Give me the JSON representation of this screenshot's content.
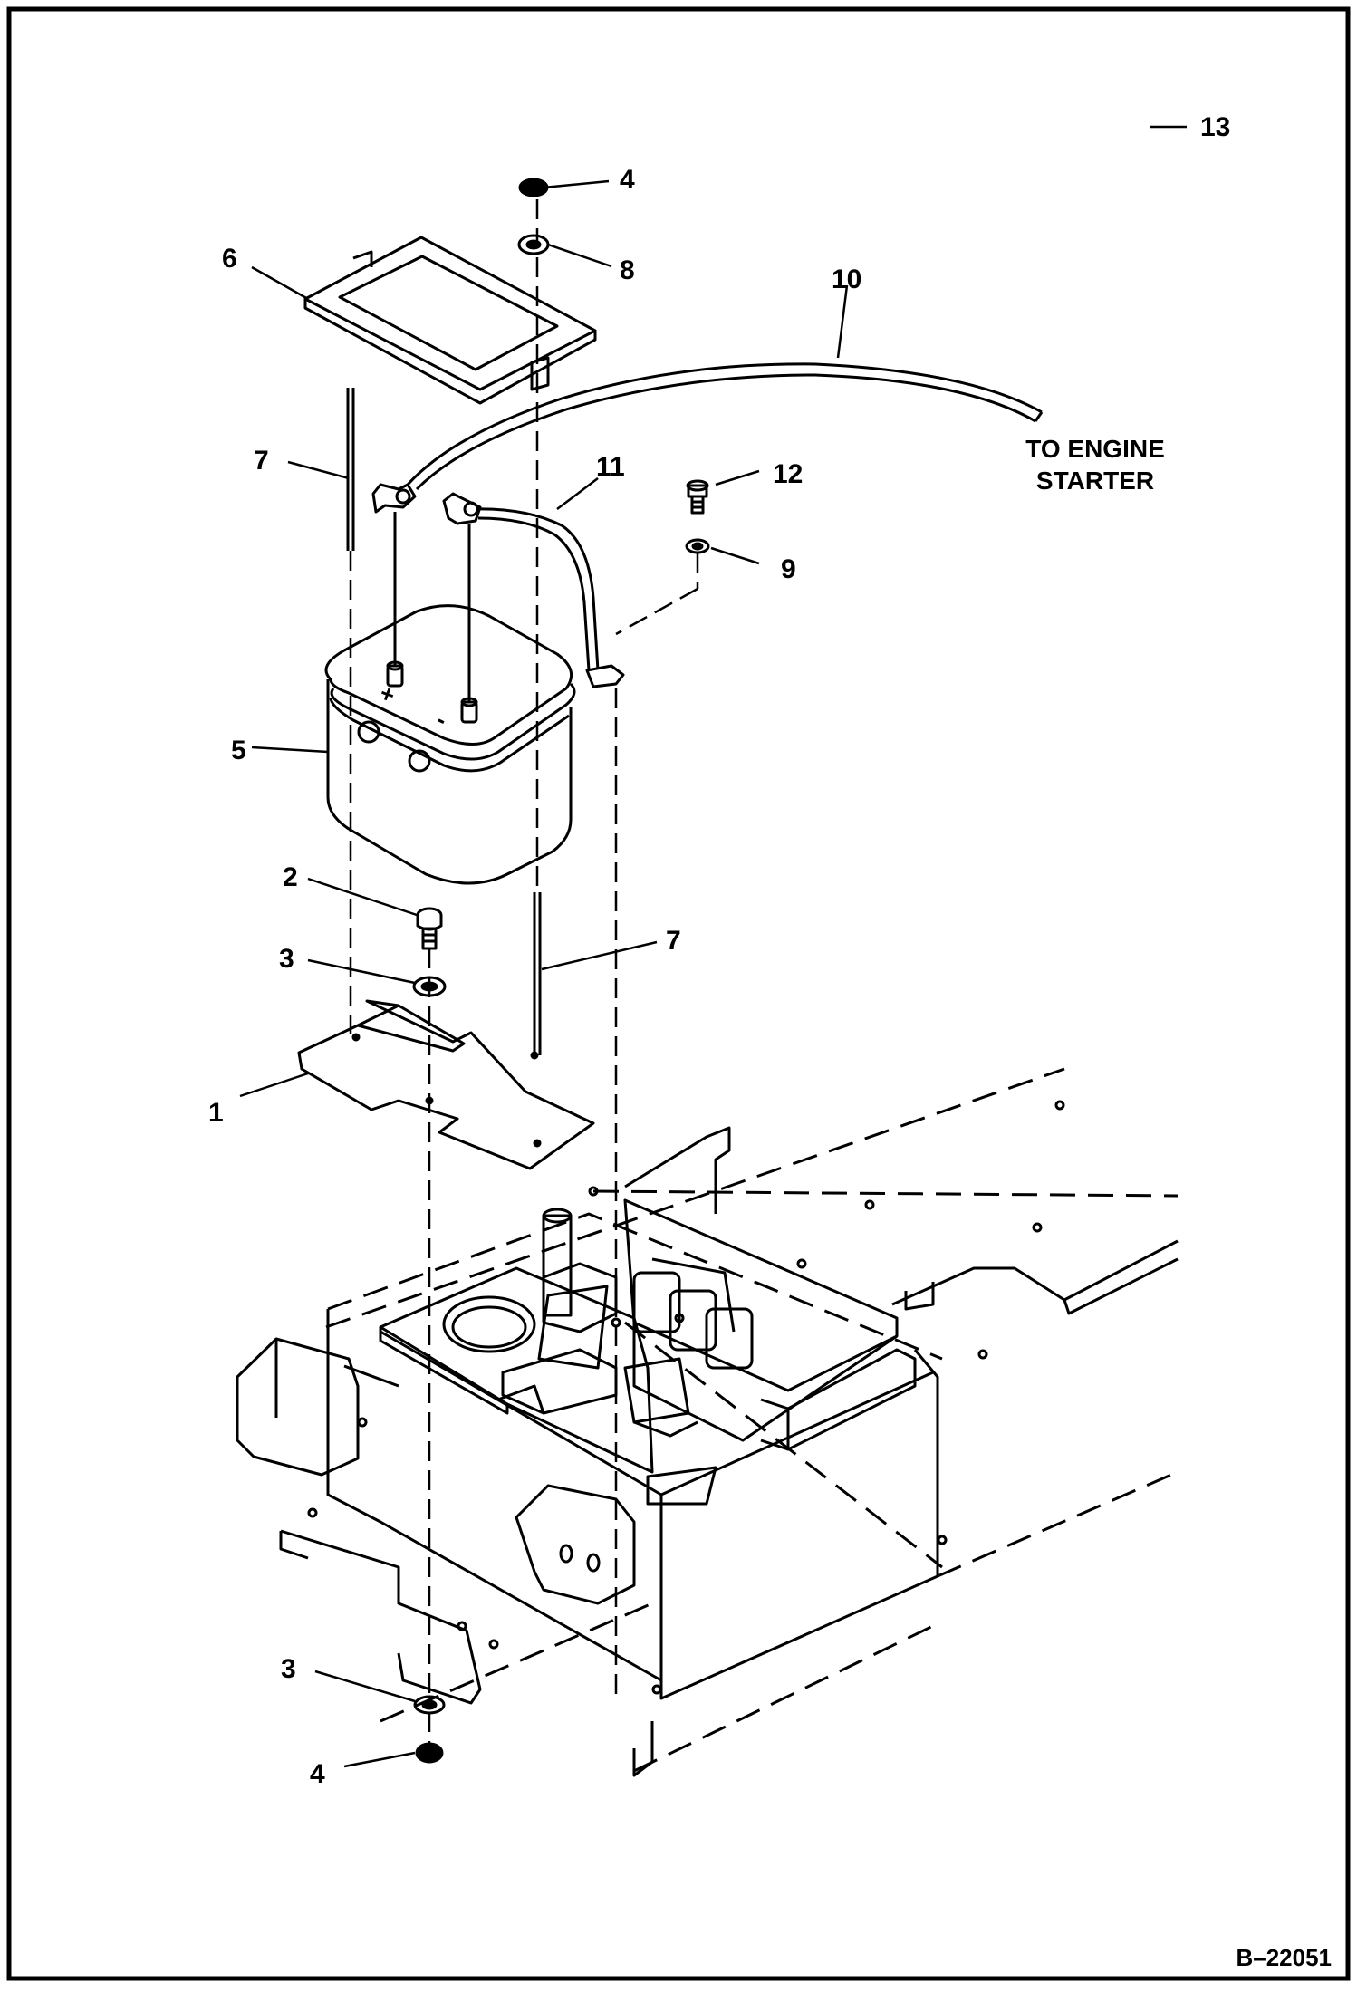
{
  "callouts": {
    "c13": "13",
    "c4_top": "4",
    "c8": "8",
    "c6": "6",
    "c10": "10",
    "c7_left": "7",
    "c11": "11",
    "c12": "12",
    "c9": "9",
    "c5": "5",
    "c2": "2",
    "c3_top": "3",
    "c7_right": "7",
    "c1": "1",
    "c3_bottom": "3",
    "c4_bottom": "4"
  },
  "annotations": {
    "engine_line1": "TO ENGINE",
    "engine_line2": "STARTER"
  },
  "battery_marks": {
    "positive": "+",
    "negative": "-"
  },
  "drawing_number": "B–22051"
}
